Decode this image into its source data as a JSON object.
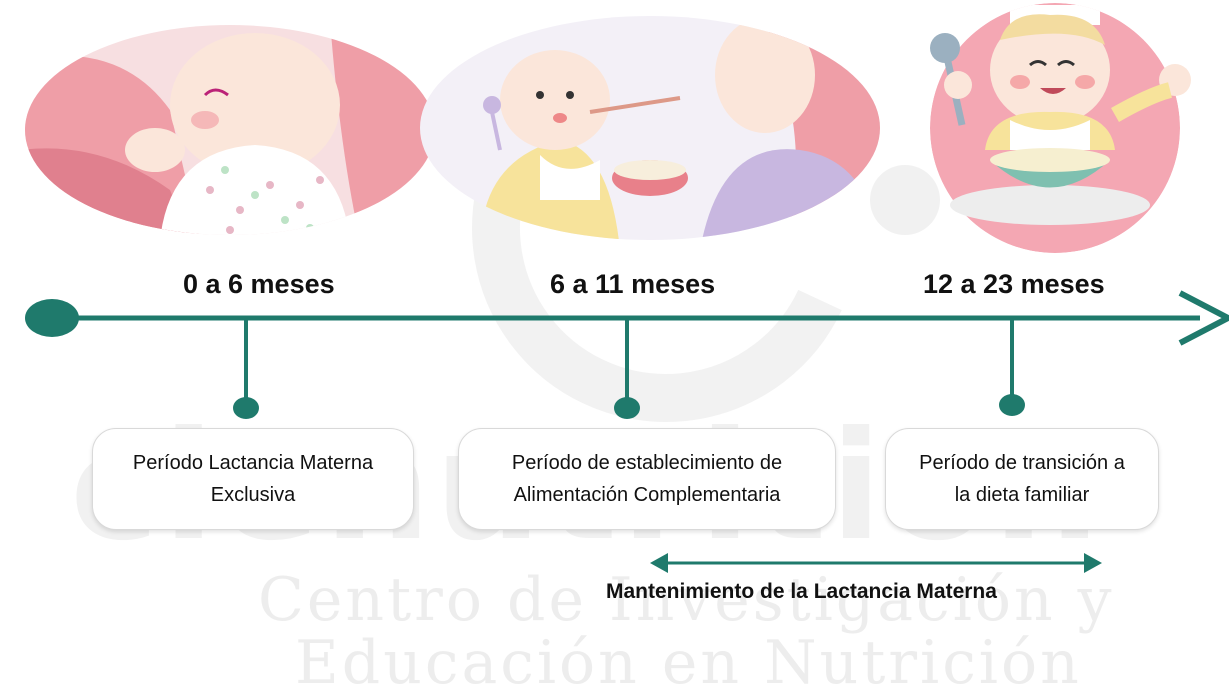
{
  "watermark": {
    "brand": "cienutrition",
    "line1": "Centro de Investigación y",
    "line2": "Educación en Nutrición"
  },
  "stages": [
    {
      "age": "0 a 6 meses",
      "period_line1": "Período Lactancia Materna",
      "period_line2": "Exclusiva",
      "illustration": "breastfeeding-baby-illustration"
    },
    {
      "age": "6 a 11 meses",
      "period_line1": "Período de establecimiento de",
      "period_line2": "Alimentación Complementaria",
      "illustration": "mother-spoon-feeding-baby-illustration"
    },
    {
      "age": "12 a 23 meses",
      "period_line1": "Período de transición a",
      "period_line2": "la dieta familiar",
      "illustration": "toddler-eating-bowl-illustration"
    }
  ],
  "maintenance_label": "Mantenimiento de la Lactancia Materna",
  "colors": {
    "timeline": "#1f7a6c",
    "skin": "#fbe3d4",
    "pink": "#f2b5bb",
    "lavender": "#c8b7e0",
    "yellow": "#f7e39b"
  }
}
